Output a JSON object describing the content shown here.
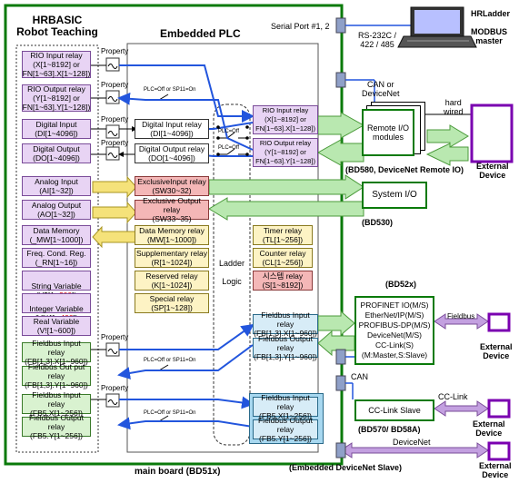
{
  "left_panel": {
    "title": "HRBASIC\nRobot Teaching"
  },
  "center": {
    "title": "Embedded PLC",
    "main_board": "main board (BD51x)",
    "ladder_logic": "Ladder\n\nLogic"
  },
  "top": {
    "serial_port": "Serial Port #1, 2",
    "rs232": "RS-232C /\n422 / 485",
    "hrladder": "HRLadder",
    "modbus": "MODBUS\nmaster"
  },
  "property_labels": [
    "Property",
    "Property",
    "Property",
    "Property",
    "Property",
    "Property"
  ],
  "plc_labels": {
    "top": "PLC=Off  or SP11=On",
    "mid_a": "PLC=Off",
    "mid_b": "PLC=Off",
    "fb1": "PLC=Off  or  SP11=On",
    "fb2": "PLC=Off  or  SP11=On"
  },
  "left_boxes": {
    "rio_in": "RIO Input relay\n(X[1~8192] or\nFN[1~63].X[1~128])",
    "rio_out": "RIO Output relay\n(Y[1~8192] or\nFN[1~63].Y[1~128])",
    "di": "Digital Input\n(DI[1~4096])",
    "do": "Digital Output\n(DO[1~4096])",
    "ai": "Analog Input\n(AI[1~32])",
    "ao": "Analog Output\n(AO[1~32])",
    "mw": "Data Memory\n(_MW[1~1000])",
    "rn": "Freq. Cond. Reg.\n(_RN[1~16])",
    "vs_a": "String Variable\n(V$[1~",
    "vs_b": "200",
    "vs_c": "])",
    "vp_a": "Integer Variable\n(V%[1~",
    "vp_b": "400",
    "vp_c": "])",
    "vr": "Real Variable\n(V![1~600])",
    "fb13_in": "Fieldbus Input relay\n(FB[1,3].X[1~960])",
    "fb13_out": "Fieldbus Out put relay\n(FB[1,3].Y[1~960])",
    "fb5_in": "Fieldbus Input relay\n(FB5.X[1~256])",
    "fb5_out": "Fieldbus Output relay\n(FB5.Y[1~256])"
  },
  "center_boxes": {
    "di_relay": "Digital Input relay\n(DI[1~4096])",
    "do_relay": "Digital Output relay\n(DO[1~4096])",
    "sw_in": "ExclusiveInput relay\n(SW30~32)",
    "sw_out": "Exclusive Output relay\n(SW33~35)",
    "mw_relay": "Data Memory relay\n(MW[1~1000])",
    "r_relay": "Supplementary relay\n(R[1~1024])",
    "k_relay": "Reserved relay\n(K[1~1024])",
    "sp_relay": "Special relay\n(SP[1~128])",
    "rio_in": "RIO Input relay\n(X[1~8192] or\nFN[1~63].X[1~128])",
    "rio_out": "RIO Output relay\n(Y[1~8192] or\nFN[1~63].Y[1~128])",
    "tl": "Timer relay\n(TL[1~256])",
    "cl": "Counter relay\n(CL[1~256])",
    "s": "시스템 relay\n(S[1~8192])",
    "fb13_in": "Fieldbus Input relay\n(FB[1,3].X[1~960])",
    "fb13_out": "Fieldbus Output relay\n(FB[1,3].Y[1~960])",
    "fb5_in": "Fieldbus Input relay\n(FB5.X[1~256])",
    "fb5_out": "Fieldbus Output relay\n(FB5.Y[1~256])"
  },
  "right": {
    "can_devicenet": "CAN or\nDeviceNet",
    "hard_wired": "hard\nwired",
    "remote_io": "Remote I/O\nmodules",
    "external_device_1": "External\nDevice",
    "bd580": "(BD580, DeviceNet Remote IO)",
    "system_io": "System I/O",
    "bd530": "(BD530)",
    "bd52x": "(BD52x)",
    "fieldbus_box": "PROFINET IO(M/S)\nEtherNet/IP(M/S)\nPROFIBUS-DP(M/S)\nDeviceNet(M/S)\nCC-Link(S)\n(M:Master,S:Slave)",
    "fieldbus": "Fieldbus",
    "external_device_2": "External\nDevice",
    "can": "CAN",
    "cc_link_label": "CC-Link",
    "cc_link_slave": "CC-Link Slave",
    "bd570": "(BD570/ BD58A)",
    "external_device_3": "External\nDevice",
    "devicenet": "DeviceNet",
    "external_device_4": "External\nDevice",
    "embedded_devicenet": "(Embedded DeviceNet Slave)"
  },
  "colors": {
    "board_border": "#0a7a0a",
    "arrow_blue": "#2255dd",
    "arrow_green": "#8fd18f",
    "arrow_yellow": "#f5e27a",
    "arrow_purple": "#c3a0e0",
    "device_purple": "#7a00b0"
  }
}
